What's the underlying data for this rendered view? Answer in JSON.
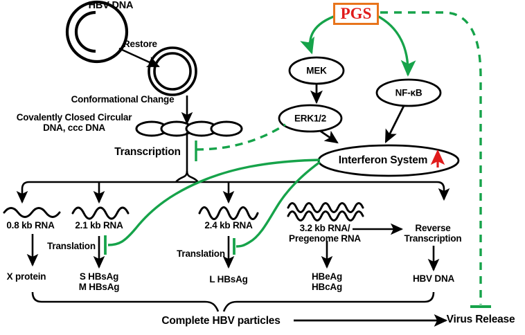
{
  "figure": {
    "title": "HBV replication cycle with PGS inhibition",
    "background_color": "#ffffff"
  },
  "colors": {
    "stroke": "#000000",
    "inhibition_green": "#16A34A",
    "pgs_red": "#E01B1B",
    "pgs_border_orange": "#E8741C",
    "upregulate_red": "#E01B1B"
  },
  "drug": {
    "name": "PGS"
  },
  "signaling_nodes": [
    {
      "id": "mek",
      "label": "MEK"
    },
    {
      "id": "erk",
      "label": "ERK1/2"
    },
    {
      "id": "nfkb",
      "label": "NF-κB"
    },
    {
      "id": "interferon",
      "label": "Interferon System"
    }
  ],
  "labels": {
    "hbv_dna_top": "HBV DNA",
    "restore": "Restore",
    "conformational_change": "Conformational Change",
    "ccc_dna_line1": "Covalently Closed Circular",
    "ccc_dna_line2": "DNA, ccc DNA",
    "transcription": "Transcription",
    "rna_08": "0.8 kb RNA",
    "rna_21": "2.1 kb RNA",
    "rna_24": "2.4 kb RNA",
    "rna_32_line1": "3.2 kb RNA/",
    "rna_32_line2": "Pregenome RNA",
    "translation_1": "Translation",
    "translation_2": "Translation",
    "reverse_transcription_line1": "Reverse",
    "reverse_transcription_line2": "Transcription",
    "x_protein": "X protein",
    "s_hbsag": "S HBsAg",
    "m_hbsag": "M HBsAg",
    "l_hbsag": "L HBsAg",
    "hbeag": "HBeAg",
    "hbcag": "HBcAg",
    "hbv_dna_bottom": "HBV DNA",
    "complete_particles": "Complete HBV particles",
    "virus_release": "Virus Release"
  },
  "chart_data": {
    "type": "diagram",
    "nodes": [
      "HBV DNA",
      "Covalently Closed Circular DNA, ccc DNA",
      "0.8 kb RNA",
      "2.1 kb RNA",
      "2.4 kb RNA",
      "3.2 kb RNA/Pregenome RNA",
      "X protein",
      "S HBsAg",
      "M HBsAg",
      "L HBsAg",
      "HBeAg",
      "HBcAg",
      "Reverse Transcription",
      "HBV DNA",
      "Complete HBV particles",
      "Virus Release",
      "PGS",
      "MEK",
      "ERK1/2",
      "NF-κB",
      "Interferon System"
    ],
    "edges": [
      {
        "from": "HBV DNA",
        "to": "Covalently Closed Circular DNA, ccc DNA",
        "label": "Restore / Conformational Change",
        "kind": "activation"
      },
      {
        "from": "Covalently Closed Circular DNA, ccc DNA",
        "to": "0.8 kb RNA",
        "label": "Transcription",
        "kind": "activation"
      },
      {
        "from": "Covalently Closed Circular DNA, ccc DNA",
        "to": "2.1 kb RNA",
        "label": "Transcription",
        "kind": "activation"
      },
      {
        "from": "Covalently Closed Circular DNA, ccc DNA",
        "to": "2.4 kb RNA",
        "label": "Transcription",
        "kind": "activation"
      },
      {
        "from": "Covalently Closed Circular DNA, ccc DNA",
        "to": "3.2 kb RNA/Pregenome RNA",
        "label": "Transcription",
        "kind": "activation"
      },
      {
        "from": "0.8 kb RNA",
        "to": "X protein",
        "kind": "activation"
      },
      {
        "from": "2.1 kb RNA",
        "to": "S HBsAg / M HBsAg",
        "label": "Translation",
        "kind": "activation"
      },
      {
        "from": "2.4 kb RNA",
        "to": "L HBsAg",
        "label": "Translation",
        "kind": "activation"
      },
      {
        "from": "3.2 kb RNA/Pregenome RNA",
        "to": "HBeAg / HBcAg",
        "kind": "activation"
      },
      {
        "from": "3.2 kb RNA/Pregenome RNA",
        "to": "Reverse Transcription",
        "kind": "activation"
      },
      {
        "from": "Reverse Transcription",
        "to": "HBV DNA",
        "kind": "activation"
      },
      {
        "from": "proteins + HBV DNA",
        "to": "Complete HBV particles",
        "kind": "activation"
      },
      {
        "from": "Complete HBV particles",
        "to": "Virus Release",
        "kind": "activation"
      },
      {
        "from": "PGS",
        "to": "MEK",
        "kind": "activation-green"
      },
      {
        "from": "MEK",
        "to": "ERK1/2",
        "kind": "activation"
      },
      {
        "from": "ERK1/2",
        "to": "Interferon System",
        "kind": "activation"
      },
      {
        "from": "PGS",
        "to": "NF-κB",
        "kind": "activation-green"
      },
      {
        "from": "NF-κB",
        "to": "Interferon System",
        "kind": "activation"
      },
      {
        "from": "ERK1/2 pathway",
        "to": "Transcription",
        "kind": "inhibition-dashed-green"
      },
      {
        "from": "Interferon System",
        "to": "2.1 kb RNA Translation",
        "kind": "inhibition-green"
      },
      {
        "from": "Interferon System",
        "to": "2.4 kb RNA Translation",
        "kind": "inhibition-green"
      },
      {
        "from": "PGS",
        "to": "Virus Release",
        "kind": "inhibition-dashed-green"
      }
    ],
    "annotations": [
      {
        "text": "↑",
        "at": "Interferon System",
        "meaning": "upregulated",
        "color": "#E01B1B"
      }
    ]
  }
}
